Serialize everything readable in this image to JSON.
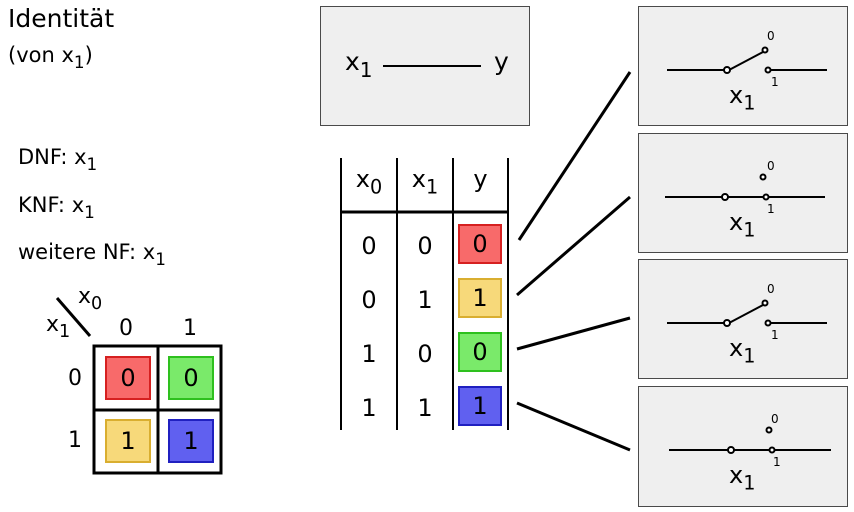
{
  "title": "Identität",
  "subtitle": {
    "prefix": "(von ",
    "var": "x",
    "sub": "1",
    "suffix": ")"
  },
  "forms": [
    {
      "label": "DNF: ",
      "var": "x",
      "sub": "1"
    },
    {
      "label": "KNF: ",
      "var": "x",
      "sub": "1"
    },
    {
      "label": "weitere NF: ",
      "var": "x",
      "sub": "1"
    }
  ],
  "kmap": {
    "col_var": "x",
    "col_sub": "0",
    "row_var": "x",
    "row_sub": "1",
    "col_headers": [
      "0",
      "1"
    ],
    "row_headers": [
      "0",
      "1"
    ],
    "cells": [
      [
        "0",
        "0"
      ],
      [
        "1",
        "1"
      ]
    ]
  },
  "gate": {
    "input_var": "x",
    "input_sub": "1",
    "output": "y"
  },
  "truth_table": {
    "headers": [
      {
        "var": "x",
        "sub": "0"
      },
      {
        "var": "x",
        "sub": "1"
      },
      {
        "var": "y",
        "sub": ""
      }
    ],
    "rows": [
      [
        "0",
        "0",
        "0"
      ],
      [
        "0",
        "1",
        "1"
      ],
      [
        "1",
        "0",
        "0"
      ],
      [
        "1",
        "1",
        "1"
      ]
    ]
  },
  "switches": [
    {
      "var": "x",
      "sub": "1",
      "contact0": "0",
      "contact1": "1",
      "state": "open"
    },
    {
      "var": "x",
      "sub": "1",
      "contact0": "0",
      "contact1": "1",
      "state": "closed"
    },
    {
      "var": "x",
      "sub": "1",
      "contact0": "0",
      "contact1": "1",
      "state": "open"
    },
    {
      "var": "x",
      "sub": "1",
      "contact0": "0",
      "contact1": "1",
      "state": "closed"
    }
  ],
  "colors": {
    "red": "#f86a6a",
    "yellow": "#f7d97a",
    "green": "#7aea6a",
    "blue": "#6060f0",
    "box": "#efefef"
  }
}
